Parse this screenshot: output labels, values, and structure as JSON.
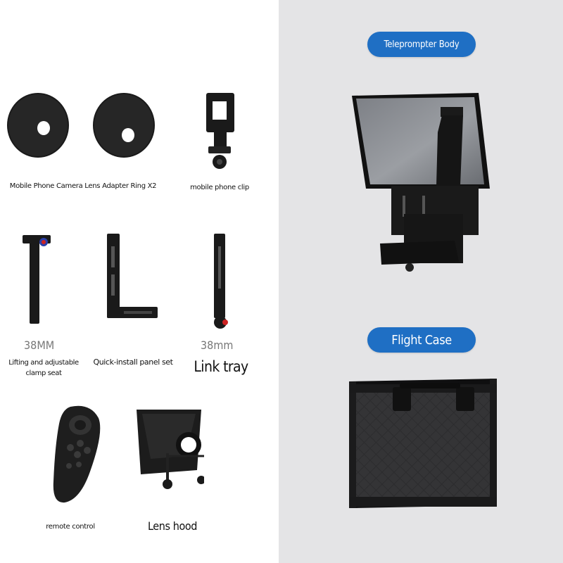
{
  "colors": {
    "pill_blue": "#1f6fc4",
    "right_panel_bg": "#e4e4e6",
    "product_black": "#141414"
  },
  "sections": {
    "teleprompter_body": {
      "label": "Teleprompter Body"
    },
    "flight_case": {
      "label": "Flight Case"
    }
  },
  "accessories": {
    "lens_adapter_ring": {
      "label": "Mobile Phone Camera Lens Adapter Ring X2",
      "icon": "lens-adapter-ring-icon"
    },
    "phone_clip": {
      "label": "mobile phone clip",
      "icon": "phone-clip-icon"
    },
    "clamp_seat": {
      "label": "Lifting and adjustable clamp seat",
      "size": "38MM",
      "icon": "clamp-seat-icon"
    },
    "quick_install_panel": {
      "label": "Quick-install panel set",
      "icon": "quick-install-panel-icon"
    },
    "link_tray": {
      "label": "Link tray",
      "size": "38mm",
      "icon": "link-tray-icon"
    },
    "remote_control": {
      "label": "remote control",
      "icon": "remote-control-icon"
    },
    "lens_hood": {
      "label": "Lens hood",
      "icon": "lens-hood-icon"
    }
  }
}
